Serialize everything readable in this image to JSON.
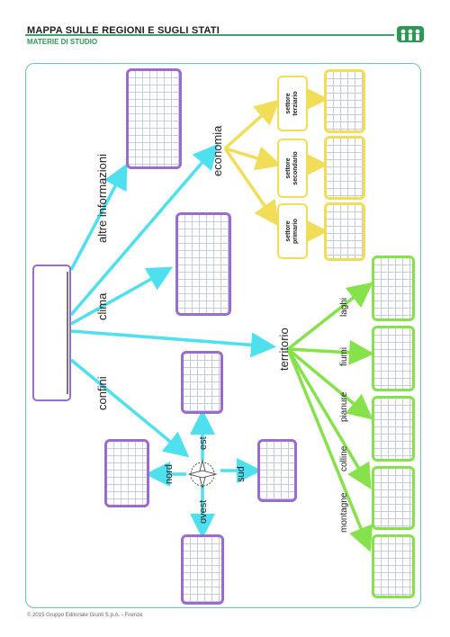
{
  "header": {
    "title": "MAPPA SULLE REGIONI E SUGLI STATI",
    "subtitle": "MATERIE DI STUDIO"
  },
  "footer": {
    "copyright": "© 2015 Gruppo Editoriale Giunti S.p.A. - Firenze"
  },
  "colors": {
    "purple": "#9a6bd0",
    "yellow": "#f1dd56",
    "green": "#86e24a",
    "cyan": "#4ee0ef",
    "accent": "#2a9a52"
  },
  "map": {
    "branches": {
      "confini": "confini",
      "clima": "clima",
      "altre_informazioni": "altre informazioni",
      "economia": "economia",
      "territorio": "territorio"
    },
    "compass": {
      "nord": "nord",
      "sud": "sud",
      "est": "est",
      "ovest": "ovest"
    },
    "sectors": {
      "primario": "settore primario",
      "secondario": "settore secondario",
      "terziario": "settore terziario"
    },
    "territory_items": {
      "laghi": "laghi",
      "fiumi": "fiumi",
      "pianure": "pianure",
      "colline": "colline",
      "montagne": "montagne"
    }
  }
}
